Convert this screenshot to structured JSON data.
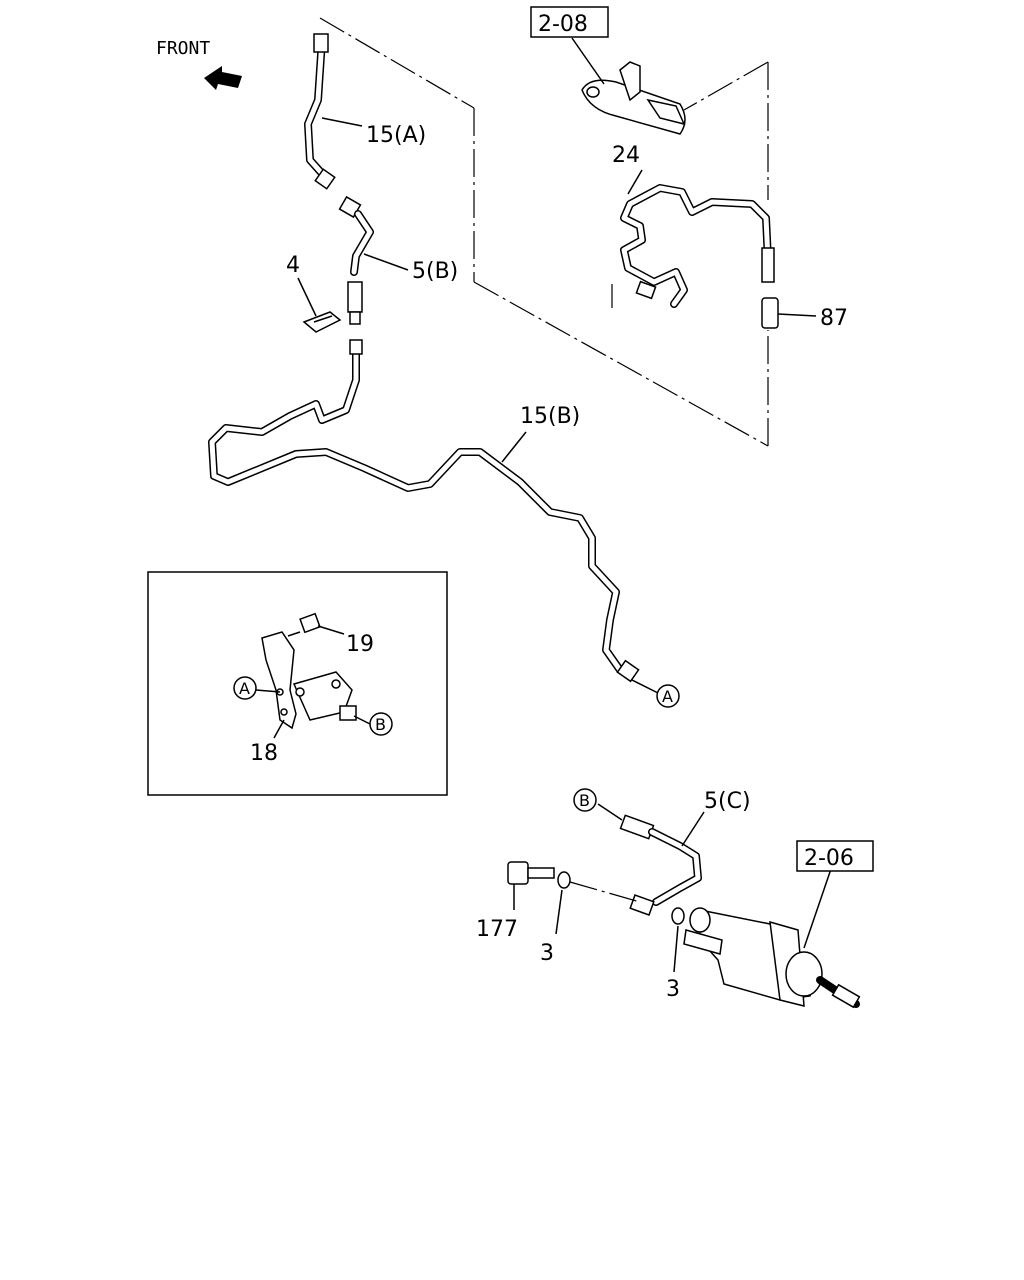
{
  "front_label": "FRONT",
  "ref_boxes": [
    "2-08",
    "2-06"
  ],
  "labels": {
    "p15a": "15(A)",
    "p5b": "5(B)",
    "p4": "4",
    "p24": "24",
    "p87": "87",
    "p15b": "15(B)",
    "p19": "19",
    "p18": "18",
    "p5c": "5(C)",
    "p177": "177",
    "p3a": "3",
    "p3b": "3"
  },
  "markers": [
    "A",
    "B"
  ]
}
